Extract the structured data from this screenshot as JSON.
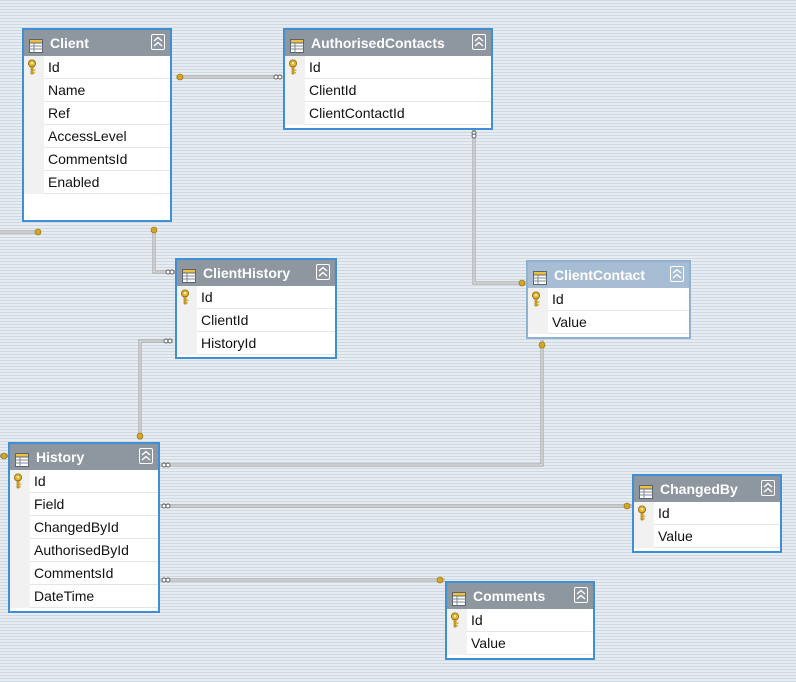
{
  "colors": {
    "selected_border": "#3f8fd6",
    "header_gray": "#8e96a0",
    "header_light": "#a6bdd3",
    "connector": "#9a9a9a",
    "key_gold": "#d9a520"
  },
  "icons": {
    "table": "table-icon",
    "key": "primary-key-icon",
    "collapse": "collapse-chevron-icon"
  },
  "tables": {
    "client": {
      "name": "Client",
      "columns": [
        "Id",
        "Name",
        "Ref",
        "AccessLevel",
        "CommentsId",
        "Enabled"
      ]
    },
    "authorised_contacts": {
      "name": "AuthorisedContacts",
      "columns": [
        "Id",
        "ClientId",
        "ClientContactId"
      ]
    },
    "client_history": {
      "name": "ClientHistory",
      "columns": [
        "Id",
        "ClientId",
        "HistoryId"
      ]
    },
    "client_contact": {
      "name": "ClientContact",
      "columns": [
        "Id",
        "Value"
      ]
    },
    "history": {
      "name": "History",
      "columns": [
        "Id",
        "Field",
        "ChangedById",
        "AuthorisedById",
        "CommentsId",
        "DateTime"
      ]
    },
    "changed_by": {
      "name": "ChangedBy",
      "columns": [
        "Id",
        "Value"
      ]
    },
    "comments": {
      "name": "Comments",
      "columns": [
        "Id",
        "Value"
      ]
    }
  }
}
